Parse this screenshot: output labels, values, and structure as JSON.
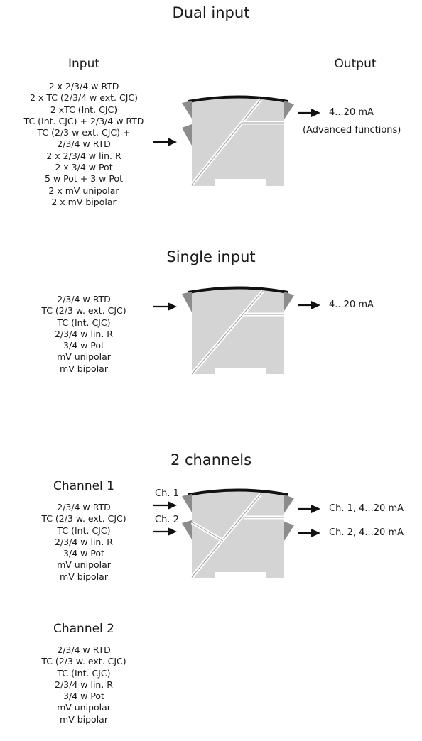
{
  "sections": {
    "dual": {
      "title": "Dual input",
      "input_header": "Input",
      "output_header": "Output",
      "inputs": [
        "2 x 2/3/4 w RTD",
        "2 x TC (2/3/4 w ext. CJC)",
        "2 xTC (Int. CJC)",
        "TC (Int. CJC) + 2/3/4 w RTD",
        "TC (2/3 w ext. CJC) +",
        "2/3/4 w RTD",
        "2 x 2/3/4 w lin. R",
        "2 x 3/4 w Pot",
        "5 w Pot + 3 w Pot",
        "2 x mV unipolar",
        "2 x mV bipolar"
      ],
      "output_line1": "4...20 mA",
      "output_line2": "(Advanced functions)"
    },
    "single": {
      "title": "Single input",
      "inputs": [
        "2/3/4 w RTD",
        "TC (2/3 w. ext. CJC)",
        "TC (Int. CJC)",
        "2/3/4 w lin. R",
        "3/4 w Pot",
        "mV unipolar",
        "mV bipolar"
      ],
      "output": "4...20 mA"
    },
    "two_channels": {
      "title": "2 channels",
      "channel1_header": "Channel 1",
      "channel2_header": "Channel 2",
      "ch1_label": "Ch. 1",
      "ch2_label": "Ch. 2",
      "channel1_inputs": [
        "2/3/4 w RTD",
        "TC (2/3 w. ext. CJC)",
        "TC (Int. CJC)",
        "2/3/4 w lin. R",
        "3/4 w Pot",
        "mV unipolar",
        "mV bipolar"
      ],
      "channel2_inputs": [
        "2/3/4 w RTD",
        "TC (2/3 w. ext. CJC)",
        "TC (Int. CJC)",
        "2/3/4 w lin. R",
        "3/4 w Pot",
        "mV unipolar",
        "mV bipolar"
      ],
      "output1": "Ch. 1, 4...20 mA",
      "output2": "Ch. 2, 4...20 mA"
    }
  },
  "colors": {
    "module_body": "#d4d4d4",
    "module_terminal": "#8c8c8c",
    "module_top": "#111111",
    "text": "#1a1a1a"
  }
}
